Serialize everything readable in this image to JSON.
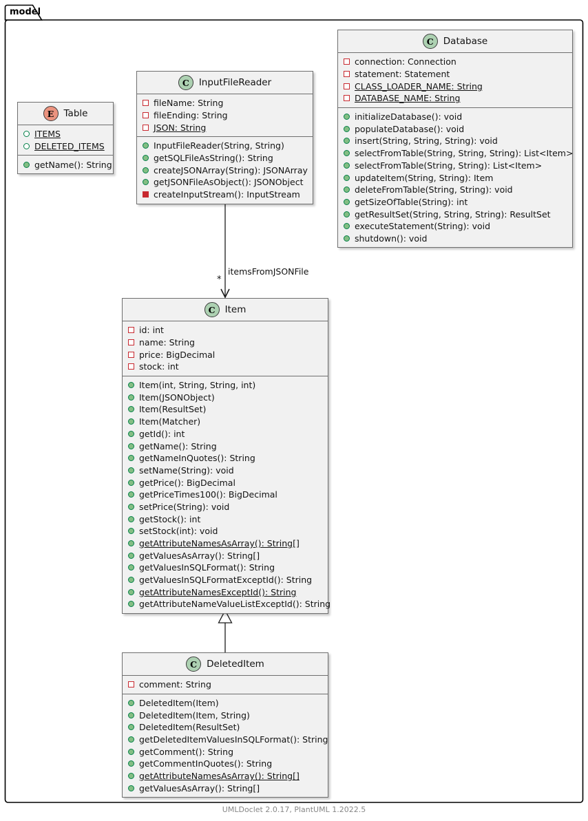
{
  "frame": {
    "label": "model"
  },
  "footer": {
    "text": "UMLDoclet 2.0.17, PlantUML 1.2022.5"
  },
  "colors": {
    "class_badge": "#ADD1B2",
    "enum_badge": "#EB937F",
    "public_icon_border": "#038048",
    "public_method_fill": "#84BE84",
    "private_icon": "#C82930",
    "box_background": "#F1F1F1",
    "box_border": "#6e6e6e"
  },
  "classes": [
    {
      "name": "Table",
      "stereotype": "E",
      "kind": "enum",
      "fields": [
        {
          "text": "ITEMS",
          "visibility": "public",
          "member": "field",
          "static": true
        },
        {
          "text": "DELETED_ITEMS",
          "visibility": "public",
          "member": "field",
          "static": true
        }
      ],
      "methods": [
        {
          "text": "getName(): String",
          "visibility": "public",
          "member": "method",
          "static": false
        }
      ]
    },
    {
      "name": "InputFileReader",
      "stereotype": "C",
      "kind": "class",
      "fields": [
        {
          "text": "fileName: String",
          "visibility": "private",
          "member": "field",
          "static": false
        },
        {
          "text": "fileEnding: String",
          "visibility": "private",
          "member": "field",
          "static": false
        },
        {
          "text": "JSON: String",
          "visibility": "private",
          "member": "field",
          "static": true
        }
      ],
      "methods": [
        {
          "text": "InputFileReader(String, String)",
          "visibility": "public",
          "member": "method",
          "static": false
        },
        {
          "text": "getSQLFileAsString(): String",
          "visibility": "public",
          "member": "method",
          "static": false
        },
        {
          "text": "createJSONArray(String): JSONArray",
          "visibility": "public",
          "member": "method",
          "static": false
        },
        {
          "text": "getJSONFileAsObject(): JSONObject",
          "visibility": "public",
          "member": "method",
          "static": false
        },
        {
          "text": "createInputStream(): InputStream",
          "visibility": "private",
          "member": "method",
          "static": false
        }
      ]
    },
    {
      "name": "Database",
      "stereotype": "C",
      "kind": "class",
      "fields": [
        {
          "text": "connection: Connection",
          "visibility": "private",
          "member": "field",
          "static": false
        },
        {
          "text": "statement: Statement",
          "visibility": "private",
          "member": "field",
          "static": false
        },
        {
          "text": "CLASS_LOADER_NAME: String",
          "visibility": "private",
          "member": "field",
          "static": true
        },
        {
          "text": "DATABASE_NAME: String",
          "visibility": "private",
          "member": "field",
          "static": true
        }
      ],
      "methods": [
        {
          "text": "initializeDatabase(): void",
          "visibility": "public",
          "member": "method",
          "static": false
        },
        {
          "text": "populateDatabase(): void",
          "visibility": "public",
          "member": "method",
          "static": false
        },
        {
          "text": "insert(String, String, String): void",
          "visibility": "public",
          "member": "method",
          "static": false
        },
        {
          "text": "selectFromTable(String, String, String): List<Item>",
          "visibility": "public",
          "member": "method",
          "static": false
        },
        {
          "text": "selectFromTable(String, String): List<Item>",
          "visibility": "public",
          "member": "method",
          "static": false
        },
        {
          "text": "updateItem(String, String): Item",
          "visibility": "public",
          "member": "method",
          "static": false
        },
        {
          "text": "deleteFromTable(String, String): void",
          "visibility": "public",
          "member": "method",
          "static": false
        },
        {
          "text": "getSizeOfTable(String): int",
          "visibility": "public",
          "member": "method",
          "static": false
        },
        {
          "text": "getResultSet(String, String, String): ResultSet",
          "visibility": "public",
          "member": "method",
          "static": false
        },
        {
          "text": "executeStatement(String): void",
          "visibility": "public",
          "member": "method",
          "static": false
        },
        {
          "text": "shutdown(): void",
          "visibility": "public",
          "member": "method",
          "static": false
        }
      ]
    },
    {
      "name": "Item",
      "stereotype": "C",
      "kind": "class",
      "fields": [
        {
          "text": "id: int",
          "visibility": "private",
          "member": "field",
          "static": false
        },
        {
          "text": "name: String",
          "visibility": "private",
          "member": "field",
          "static": false
        },
        {
          "text": "price: BigDecimal",
          "visibility": "private",
          "member": "field",
          "static": false
        },
        {
          "text": "stock: int",
          "visibility": "private",
          "member": "field",
          "static": false
        }
      ],
      "methods": [
        {
          "text": "Item(int, String, String, int)",
          "visibility": "public",
          "member": "method",
          "static": false
        },
        {
          "text": "Item(JSONObject)",
          "visibility": "public",
          "member": "method",
          "static": false
        },
        {
          "text": "Item(ResultSet)",
          "visibility": "public",
          "member": "method",
          "static": false
        },
        {
          "text": "Item(Matcher)",
          "visibility": "public",
          "member": "method",
          "static": false
        },
        {
          "text": "getId(): int",
          "visibility": "public",
          "member": "method",
          "static": false
        },
        {
          "text": "getName(): String",
          "visibility": "public",
          "member": "method",
          "static": false
        },
        {
          "text": "getNameInQuotes(): String",
          "visibility": "public",
          "member": "method",
          "static": false
        },
        {
          "text": "setName(String): void",
          "visibility": "public",
          "member": "method",
          "static": false
        },
        {
          "text": "getPrice(): BigDecimal",
          "visibility": "public",
          "member": "method",
          "static": false
        },
        {
          "text": "getPriceTimes100(): BigDecimal",
          "visibility": "public",
          "member": "method",
          "static": false
        },
        {
          "text": "setPrice(String): void",
          "visibility": "public",
          "member": "method",
          "static": false
        },
        {
          "text": "getStock(): int",
          "visibility": "public",
          "member": "method",
          "static": false
        },
        {
          "text": "setStock(int): void",
          "visibility": "public",
          "member": "method",
          "static": false
        },
        {
          "text": "getAttributeNamesAsArray(): String[]",
          "visibility": "public",
          "member": "method",
          "static": true
        },
        {
          "text": "getValuesAsArray(): String[]",
          "visibility": "public",
          "member": "method",
          "static": false
        },
        {
          "text": "getValuesInSQLFormat(): String",
          "visibility": "public",
          "member": "method",
          "static": false
        },
        {
          "text": "getValuesInSQLFormatExceptId(): String",
          "visibility": "public",
          "member": "method",
          "static": false
        },
        {
          "text": "getAttributeNamesExceptId(): String",
          "visibility": "public",
          "member": "method",
          "static": true
        },
        {
          "text": "getAttributeNameValueListExceptId(): String",
          "visibility": "public",
          "member": "method",
          "static": false
        }
      ]
    },
    {
      "name": "DeletedItem",
      "stereotype": "C",
      "kind": "class",
      "fields": [
        {
          "text": "comment: String",
          "visibility": "private",
          "member": "field",
          "static": false
        }
      ],
      "methods": [
        {
          "text": "DeletedItem(Item)",
          "visibility": "public",
          "member": "method",
          "static": false
        },
        {
          "text": "DeletedItem(Item, String)",
          "visibility": "public",
          "member": "method",
          "static": false
        },
        {
          "text": "DeletedItem(ResultSet)",
          "visibility": "public",
          "member": "method",
          "static": false
        },
        {
          "text": "getDeletedItemValuesInSQLFormat(): String",
          "visibility": "public",
          "member": "method",
          "static": false
        },
        {
          "text": "getComment(): String",
          "visibility": "public",
          "member": "method",
          "static": false
        },
        {
          "text": "getCommentInQuotes(): String",
          "visibility": "public",
          "member": "method",
          "static": false
        },
        {
          "text": "getAttributeNamesAsArray(): String[]",
          "visibility": "public",
          "member": "method",
          "static": true
        },
        {
          "text": "getValuesAsArray(): String[]",
          "visibility": "public",
          "member": "method",
          "static": false
        }
      ]
    }
  ],
  "edges": [
    {
      "type": "association",
      "from": "InputFileReader",
      "to": "Item",
      "label": "itemsFromJSONFile",
      "multiplicity": "*"
    },
    {
      "type": "generalization",
      "from": "DeletedItem",
      "to": "Item"
    }
  ]
}
